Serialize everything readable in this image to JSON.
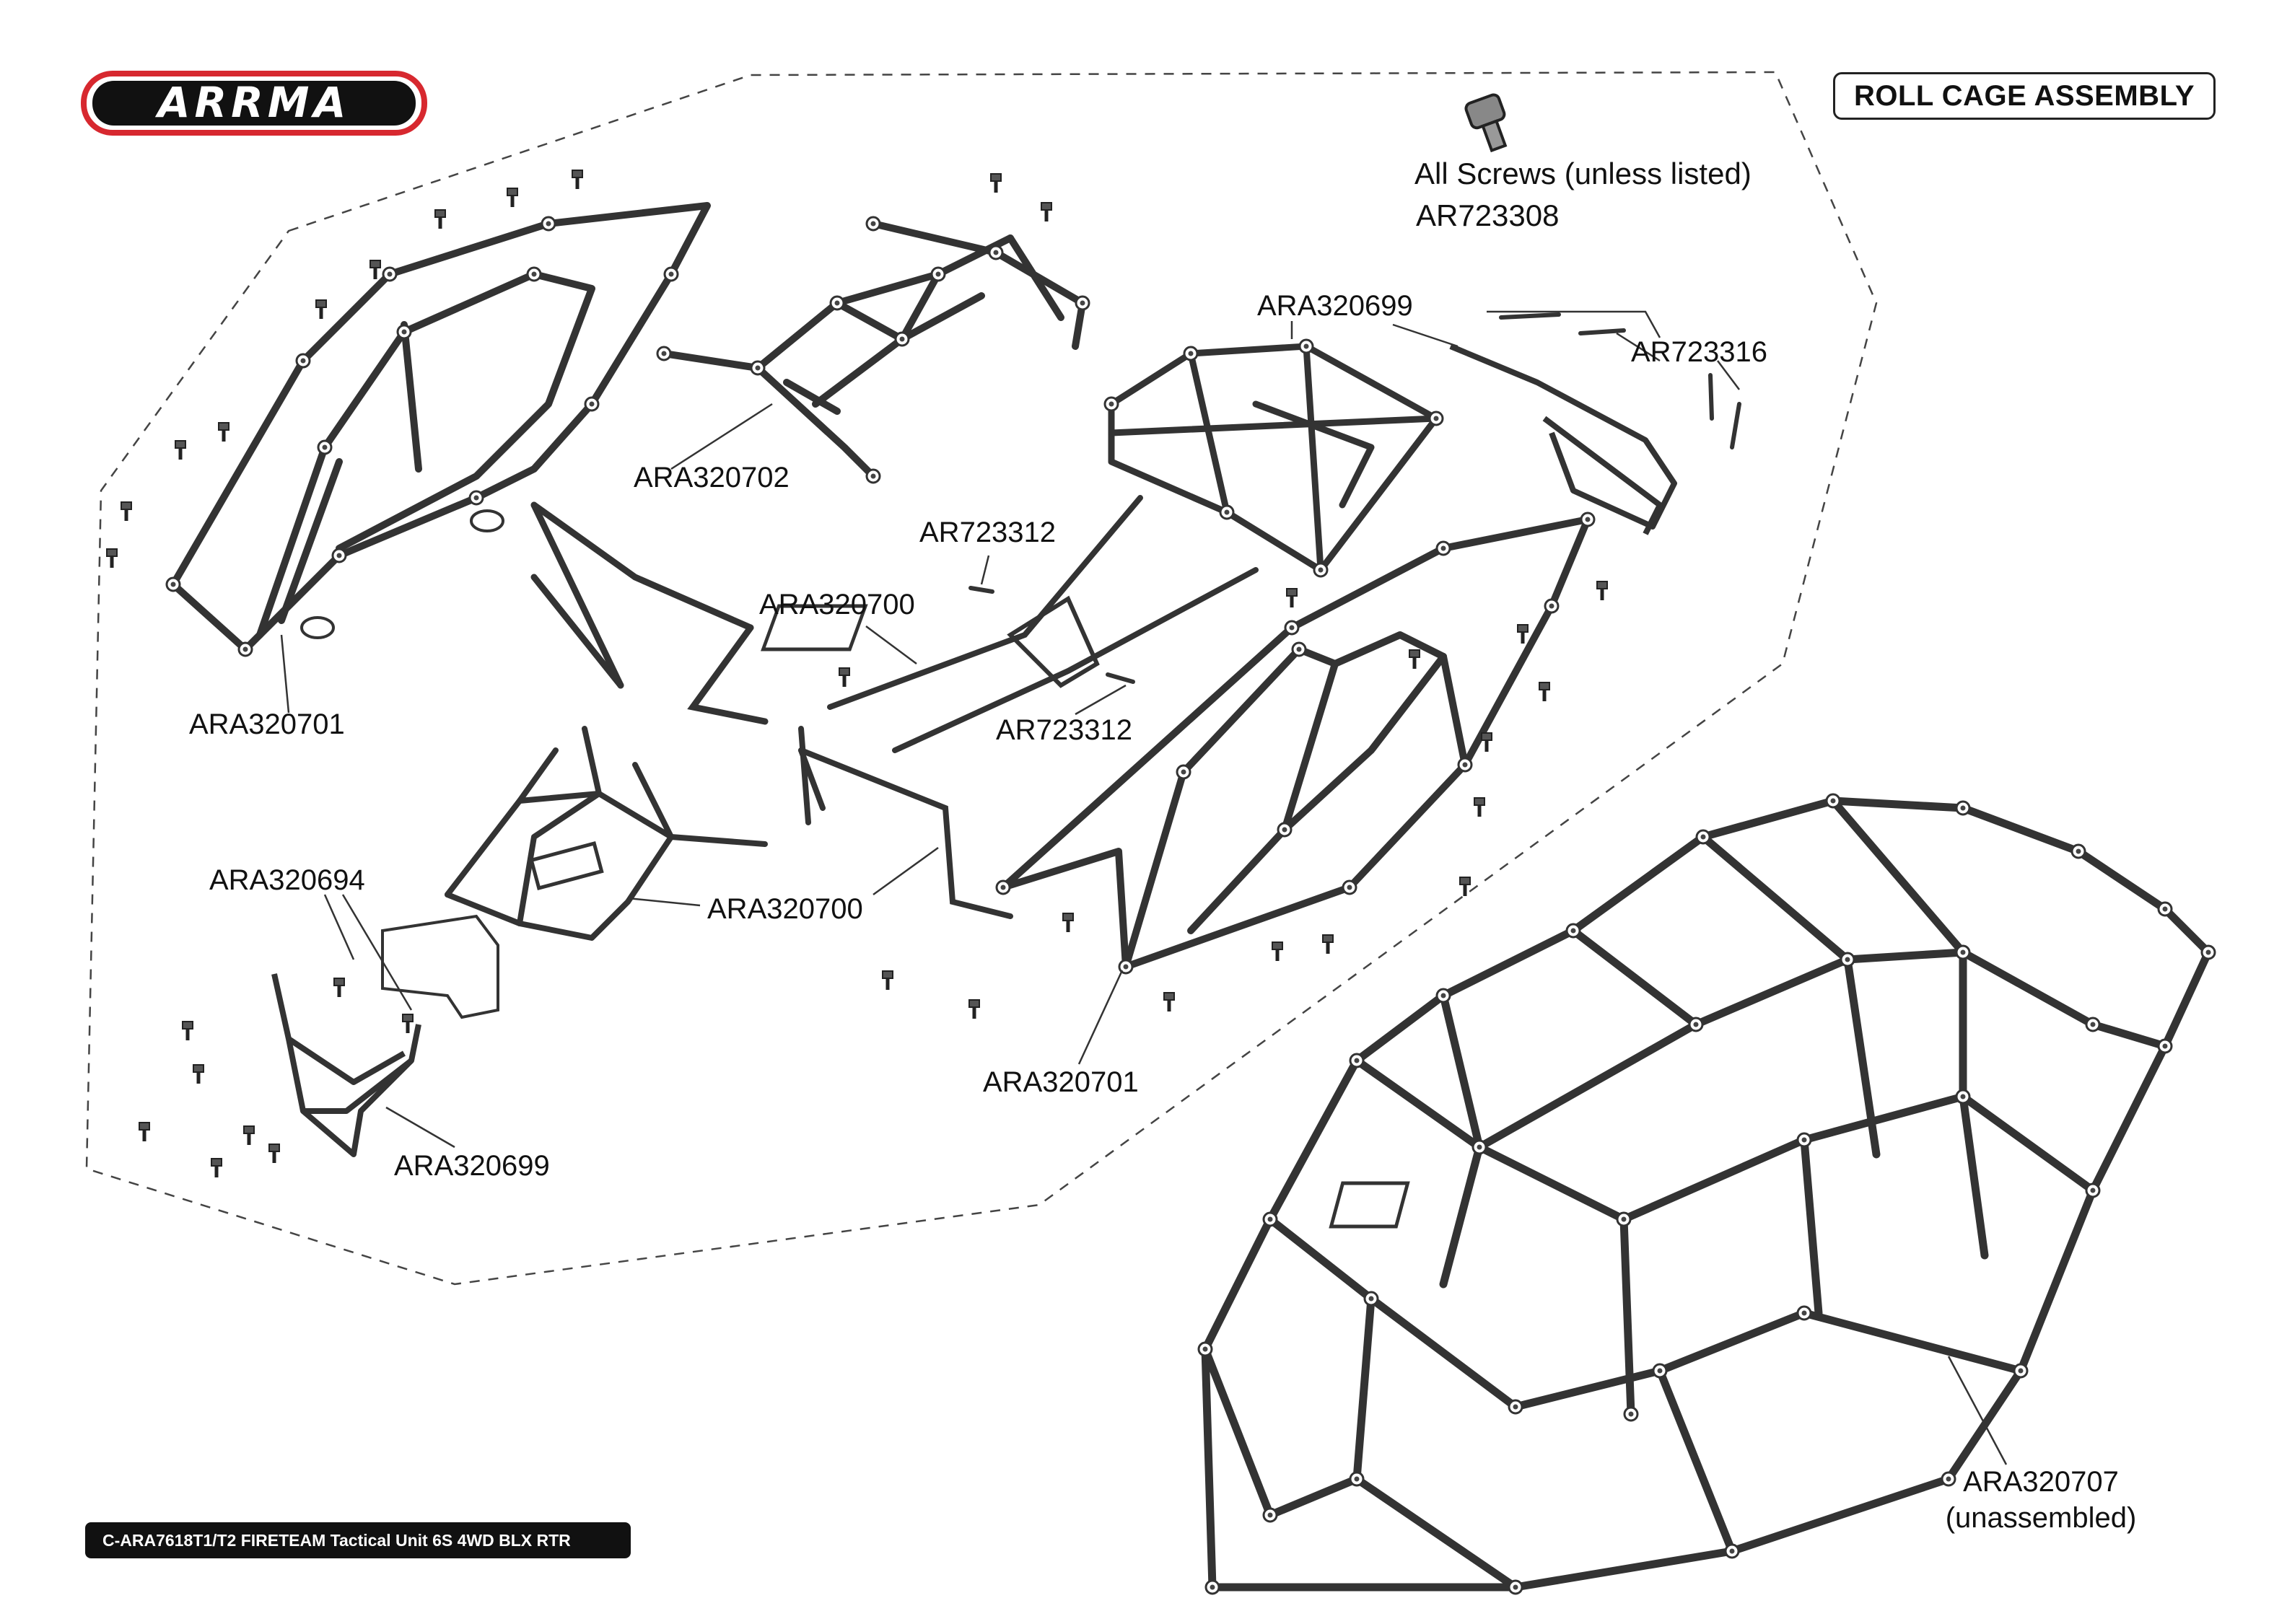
{
  "brand": {
    "logo_text": "ARRMA",
    "colors": {
      "outline": "#d7282f",
      "fill": "#111111",
      "inner": "#ffffff"
    }
  },
  "title": "ROLL CAGE ASSEMBLY",
  "footer": "C-ARA7618T1/T2 FIRETEAM Tactical Unit 6S 4WD BLX RTR",
  "screw_note": {
    "line1": "All Screws (unless listed)",
    "line2": "AR723308"
  },
  "callouts": {
    "ara320699_top": "ARA320699",
    "ar723316": "AR723316",
    "ara320702": "ARA320702",
    "ar723312_top": "AR723312",
    "ara320700_top": "ARA320700",
    "ar723312_bottom": "AR723312",
    "ara320701_left": "ARA320701",
    "ara320694": "ARA320694",
    "ara320700_bottom": "ARA320700",
    "ara320701_bottom": "ARA320701",
    "ara320699_bottom": "ARA320699",
    "ara320707": "ARA320707",
    "ara320707_note": "(unassembled)"
  }
}
